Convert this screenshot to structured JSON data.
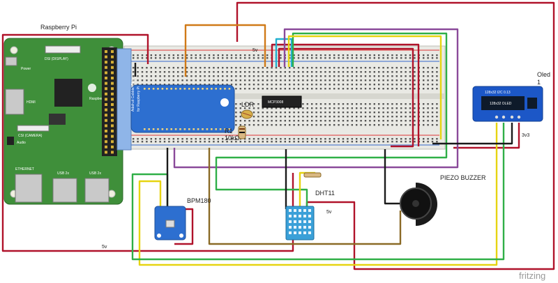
{
  "labels": {
    "raspberry_pi": "Raspberry Pi",
    "ldr": "LDR",
    "resistor_ref": "R1",
    "resistor_value": "10kΩ",
    "adc": "MCP3008",
    "dht": "DHT11",
    "pressure_sensor": "BPM180",
    "buzzer": "PIEZO BUZZER",
    "oled_title": "Oled",
    "oled_index": "1",
    "oled_screen": "128x32 OLED",
    "oled_model": "128x32 I2C 0.13",
    "cobbler": "Adafruit Cobbler Plus",
    "cobbler_sub": "for Raspberry Pi",
    "v5_top": "5v",
    "v5_bottom": "5v",
    "v5_dht": "5v",
    "v3_oled": "3v3",
    "brand": "fritzing"
  },
  "pi_board": {
    "port_labels": [
      "DSI (DISPLAY)",
      "CSI (CAMERA)",
      "Power",
      "HDMI",
      "Audio",
      "ETHERNET",
      "USB 2x",
      "USB 2x"
    ]
  },
  "colors": {
    "pcb_green": "#3f8f3a",
    "breadboard": "#e9e9e4",
    "wire_red": "#b0122a",
    "wire_orange": "#d07a18",
    "wire_yellow": "#e6d411",
    "wire_green": "#2faf47",
    "wire_purple": "#8a4a9a",
    "wire_cyan": "#22b0d0",
    "wire_brown": "#8a6a26",
    "wire_black": "#1a1a1a",
    "oled_blue": "#1c57c7"
  }
}
